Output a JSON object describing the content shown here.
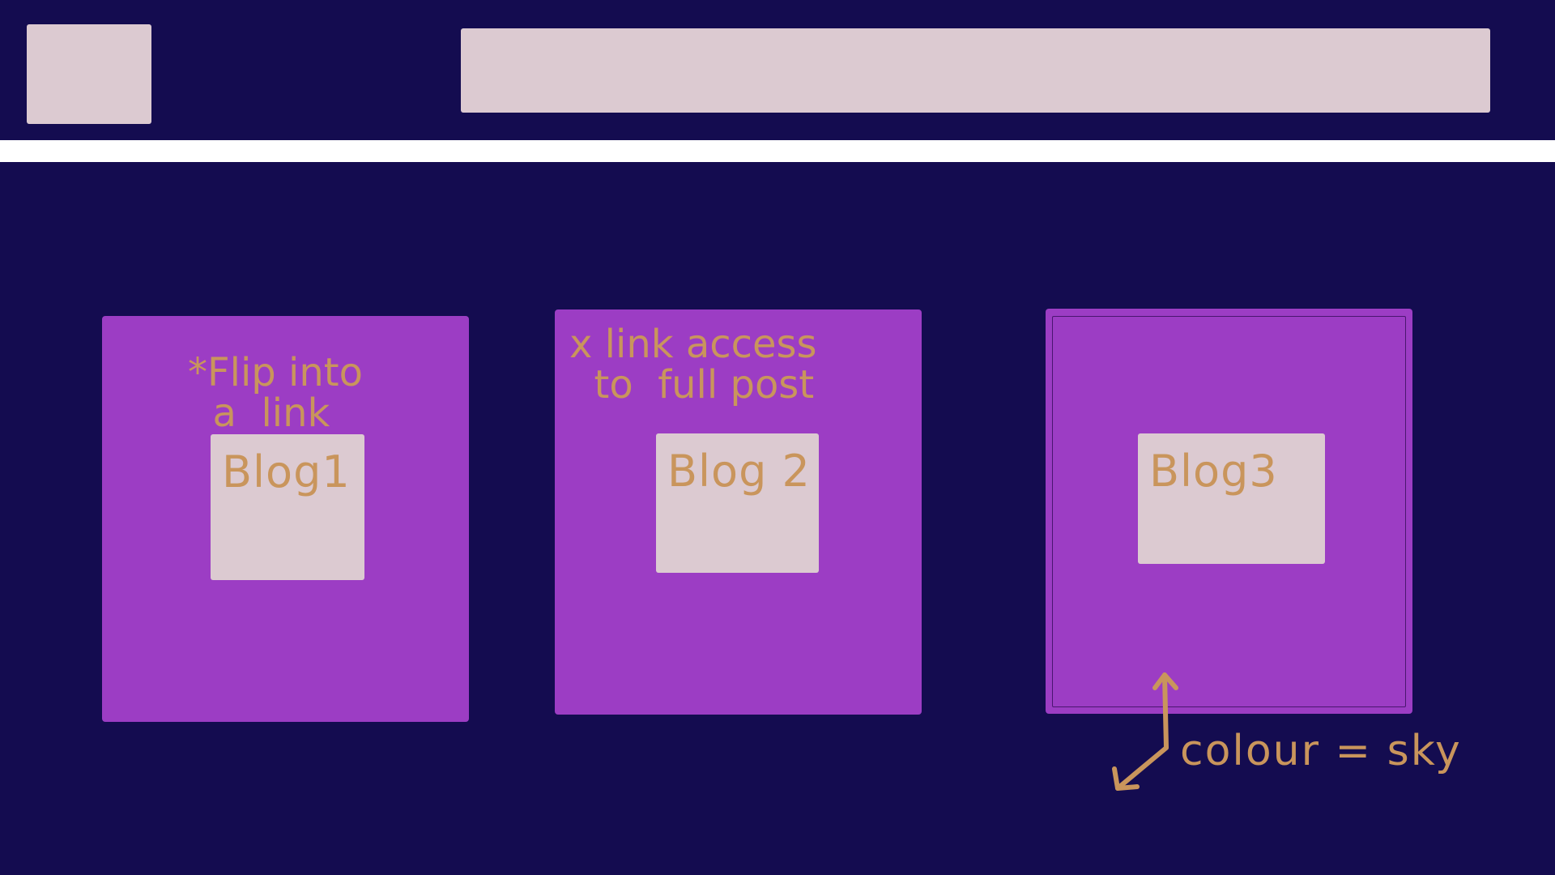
{
  "cards": [
    {
      "label": "Blog1"
    },
    {
      "label": "Blog 2"
    },
    {
      "label": "Blog3"
    }
  ],
  "annotations": {
    "card1_note": "*Flip into\n  a  link",
    "card2_note": "x link access\n  to  full post",
    "card3_note": "colour = sky"
  },
  "colors": {
    "background": "#140c50",
    "placeholder": "#dccad1",
    "card": "#9c3dc4",
    "annotation_ink": "#c9955c",
    "divider": "#ffffff"
  }
}
